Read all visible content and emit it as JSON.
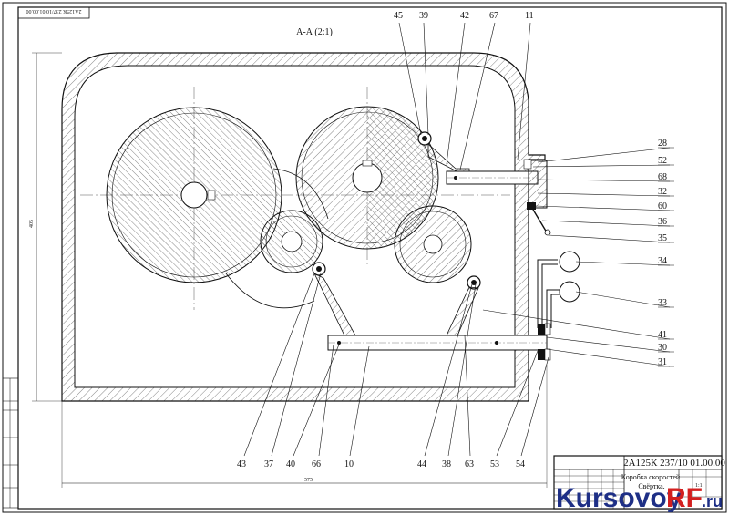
{
  "section_title": "А-А (2:1)",
  "dimensions": {
    "height": "405",
    "width": "575"
  },
  "top_callouts": [
    "45",
    "39",
    "42",
    "67",
    "11"
  ],
  "right_callouts": [
    "28",
    "52",
    "68",
    "32",
    "60",
    "36",
    "35",
    "34",
    "33",
    "41",
    "30",
    "31"
  ],
  "bottom_callouts": [
    "43",
    "37",
    "40",
    "66",
    "10",
    "44",
    "38",
    "63",
    "53",
    "54"
  ],
  "stamp": {
    "code": "2А125К 237/10 01.00.00",
    "mirror_code": "2А125К 237/10 01.00.00",
    "title_line1": "Коробка скоростей.",
    "title_line2": "Свёртка.",
    "sheet_count": "1:1"
  },
  "watermark": {
    "part1": "Kursovoy",
    "part2": "RF",
    "part3": ".ru"
  },
  "colors": {
    "line": "#111111",
    "watermark_blue": "#1e2f86",
    "watermark_red": "#d32020"
  }
}
